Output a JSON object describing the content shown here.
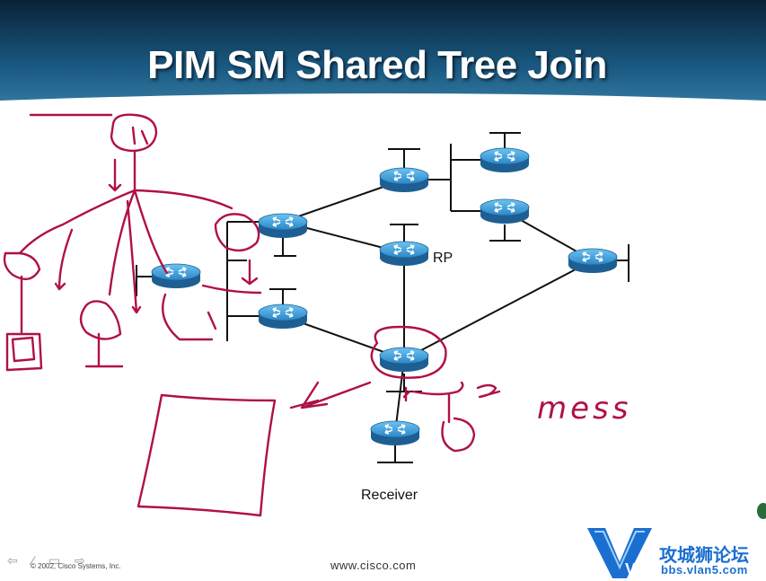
{
  "slide": {
    "title": "PIM SM Shared Tree Join",
    "copyright": "© 2002, Cisco Systems, Inc.",
    "website": "www.cisco.com"
  },
  "diagram": {
    "rp_label": "RP",
    "receiver_label": "Receiver",
    "annotation": "mess"
  },
  "watermark": {
    "logo_text": "V5",
    "site_name": "攻城狮论坛",
    "site_url": "bbs.vlan5.com"
  },
  "nav": {
    "arrows": "⇦ ⁄ ▭ ⇨"
  },
  "colors": {
    "banner_dark": "#0d2a44",
    "banner_mid": "#1d5f88",
    "router_blue": "#2b86c6",
    "ink_red": "#b01048",
    "logo_blue": "#1a6fd0"
  }
}
